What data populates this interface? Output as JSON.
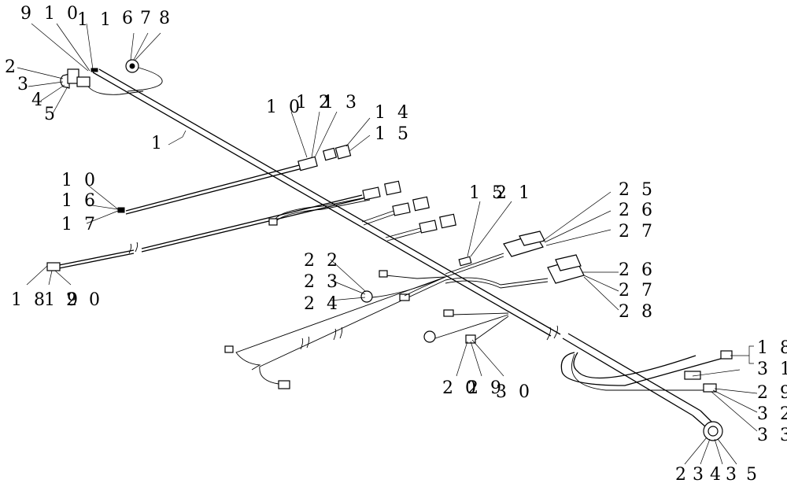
{
  "callouts": [
    {
      "id": "c_9",
      "text": "9"
    },
    {
      "id": "c_10_top",
      "text": "1 0"
    },
    {
      "id": "c_11_top",
      "text": "1 1"
    },
    {
      "id": "c_6",
      "text": "6"
    },
    {
      "id": "c_7",
      "text": "7"
    },
    {
      "id": "c_8",
      "text": "8"
    },
    {
      "id": "c_2_top",
      "text": "2"
    },
    {
      "id": "c_3_top",
      "text": "3"
    },
    {
      "id": "c_4_top",
      "text": "4"
    },
    {
      "id": "c_5_top",
      "text": "5"
    },
    {
      "id": "c_10_mid",
      "text": "1 0"
    },
    {
      "id": "c_12",
      "text": "1 2"
    },
    {
      "id": "c_13",
      "text": "1 3"
    },
    {
      "id": "c_14",
      "text": "1 4"
    },
    {
      "id": "c_15",
      "text": "1 5"
    },
    {
      "id": "c_1",
      "text": "1"
    },
    {
      "id": "c_10_left",
      "text": "1 0"
    },
    {
      "id": "c_16",
      "text": "1 6"
    },
    {
      "id": "c_17",
      "text": "1 7"
    },
    {
      "id": "c_18_left",
      "text": "1 8"
    },
    {
      "id": "c_19",
      "text": "1 9"
    },
    {
      "id": "c_20_left",
      "text": "2 0"
    },
    {
      "id": "c_15_mid",
      "text": "1 5"
    },
    {
      "id": "c_21",
      "text": "2 1"
    },
    {
      "id": "c_25",
      "text": "2 5"
    },
    {
      "id": "c_26_a",
      "text": "2 6"
    },
    {
      "id": "c_27_a",
      "text": "2 7"
    },
    {
      "id": "c_26_b",
      "text": "2 6"
    },
    {
      "id": "c_27_b",
      "text": "2 7"
    },
    {
      "id": "c_28",
      "text": "2 8"
    },
    {
      "id": "c_22",
      "text": "2 2"
    },
    {
      "id": "c_23",
      "text": "2 3"
    },
    {
      "id": "c_24",
      "text": "2 4"
    },
    {
      "id": "c_20_mid",
      "text": "2 0"
    },
    {
      "id": "c_29_mid",
      "text": "2 9"
    },
    {
      "id": "c_30",
      "text": "3 0"
    },
    {
      "id": "c_18_right",
      "text": "1 8"
    },
    {
      "id": "c_31",
      "text": "3 1"
    },
    {
      "id": "c_29_right",
      "text": "2 9"
    },
    {
      "id": "c_32",
      "text": "3 2"
    },
    {
      "id": "c_33",
      "text": "3 3"
    },
    {
      "id": "c_2_bot",
      "text": "2"
    },
    {
      "id": "c_3_bot",
      "text": "3"
    },
    {
      "id": "c_4_bot",
      "text": "4"
    },
    {
      "id": "c_3_bot2",
      "text": "3"
    },
    {
      "id": "c_5_bot",
      "text": "5"
    }
  ]
}
